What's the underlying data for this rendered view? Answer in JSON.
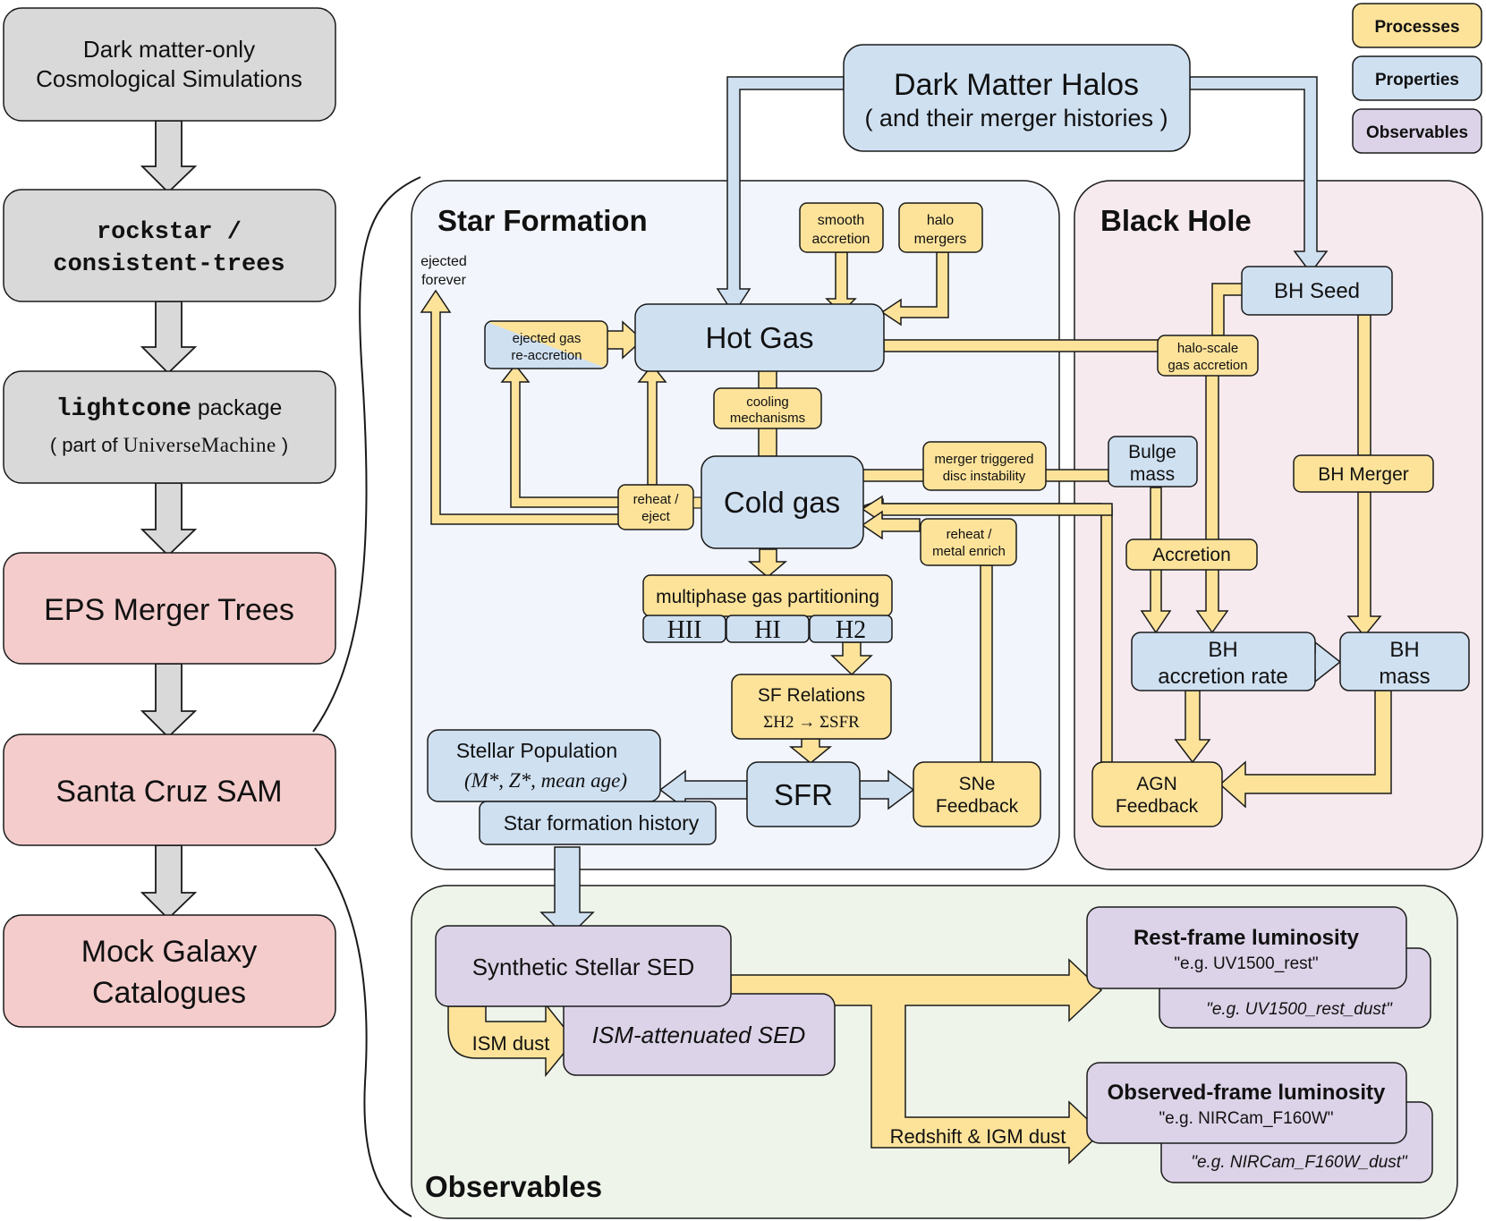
{
  "colors": {
    "process": "#fde39a",
    "property": "#cfe0f1",
    "observable": "#dcd3e8",
    "pipeline_grey": "#d9d9d9",
    "pipeline_pink": "#f4cccc",
    "panel_sf": "#f2f5fb",
    "panel_bh": "#f6eaee",
    "panel_obs": "#eef4ea",
    "stroke": "#1a1a1a"
  },
  "legend": {
    "processes": "Processes",
    "properties": "Properties",
    "observables": "Observables"
  },
  "pipeline": {
    "dm_sims": [
      "Dark matter-only",
      "Cosmological Simulations"
    ],
    "rockstar": [
      "rockstar /",
      "consistent-trees"
    ],
    "lightcone": {
      "pkg": "lightcone",
      "pkg_word": " package",
      "part_of": "( part of ",
      "um": "UniverseMachine",
      "close": " )"
    },
    "eps": "EPS Merger Trees",
    "sam": "Santa Cruz SAM",
    "mock": [
      "Mock Galaxy",
      "Catalogues"
    ]
  },
  "dm_halos": [
    "Dark Matter Halos",
    "( and their merger histories )"
  ],
  "star_formation": {
    "title": "Star Formation",
    "ejected_forever": [
      "ejected",
      "forever"
    ],
    "smooth_accretion": [
      "smooth",
      "accretion"
    ],
    "halo_mergers": [
      "halo",
      "mergers"
    ],
    "ejected_gas": [
      "ejected gas",
      "re-accretion"
    ],
    "hot_gas": "Hot Gas",
    "cooling": [
      "cooling",
      "mechanisms"
    ],
    "reheat_eject": [
      "reheat /",
      "eject"
    ],
    "cold_gas": "Cold gas",
    "merger_disc": [
      "merger triggered",
      "disc instability"
    ],
    "reheat_metal": [
      "reheat /",
      "metal enrich"
    ],
    "multiphase": "multiphase gas partitioning",
    "phases": [
      "HII",
      "HI",
      "H2"
    ],
    "sf_relations": [
      "SF Relations",
      "ΣH2 → ΣSFR"
    ],
    "stellar_pop": [
      "Stellar Population",
      "(M*, Z*, mean age)"
    ],
    "sfr": "SFR",
    "sne": [
      "SNe",
      "Feedback"
    ],
    "sf_history": "Star formation history"
  },
  "black_hole": {
    "title": "Black Hole",
    "bh_seed": "BH Seed",
    "halo_scale": [
      "halo-scale",
      "gas accretion"
    ],
    "bulge_mass": [
      "Bulge",
      "mass"
    ],
    "bh_merger": "BH Merger",
    "accretion": "Accretion",
    "bh_acc_rate": [
      "BH",
      "accretion rate"
    ],
    "bh_mass": [
      "BH",
      "mass"
    ],
    "agn": [
      "AGN",
      "Feedback"
    ]
  },
  "observables": {
    "title": "Observables",
    "synthetic_sed": "Synthetic Stellar SED",
    "ism_dust": "ISM dust",
    "ism_sed": "ISM-attenuated SED",
    "rest_title": "Rest-frame luminosity",
    "rest_eg": "\"e.g. UV1500_rest\"",
    "rest_dust": "\"e.g. UV1500_rest_dust\"",
    "obs_title": "Observed-frame luminosity",
    "obs_eg": "\"e.g. NIRCam_F160W\"",
    "obs_dust": "\"e.g. NIRCam_F160W_dust\"",
    "redshift": "Redshift & IGM dust"
  }
}
